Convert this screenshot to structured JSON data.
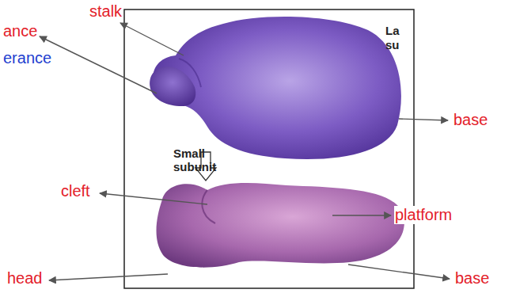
{
  "diagram": {
    "labels": [
      "stalk",
      "ance",
      "erance",
      "La",
      "su",
      "base",
      "Small subunit",
      "cleft",
      "platform",
      "head",
      "base"
    ]
  }
}
